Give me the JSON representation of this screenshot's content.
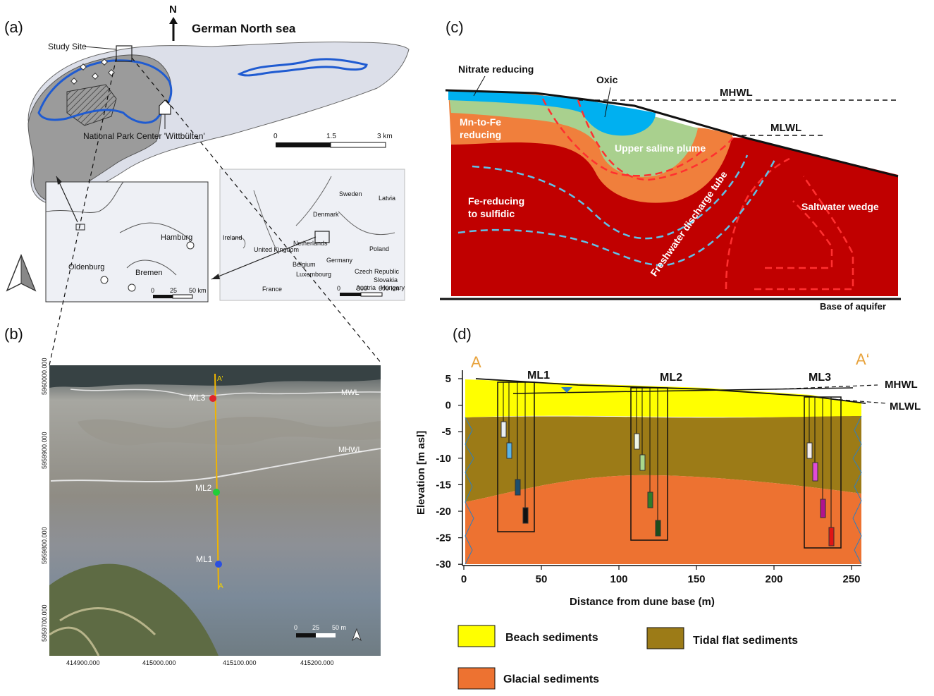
{
  "panels": {
    "a": "(a)",
    "b": "(b)",
    "c": "(c)",
    "d": "(d)"
  },
  "panel_a": {
    "sea_label": "German North sea",
    "north_label": "N",
    "study_site": "Study Site",
    "park_center": "National Park Center 'Wittbülten'",
    "scale": [
      "0",
      "1.5",
      "3 km"
    ],
    "inset1_cities": [
      "Hamburg",
      "Oldenburg",
      "Bremen"
    ],
    "inset1_scale": [
      "0",
      "25",
      "50 km"
    ],
    "inset2_countries": [
      "Sweden",
      "Latvia",
      "Denmark",
      "Ireland",
      "United Kingdom",
      "Netherlands",
      "Poland",
      "Germany",
      "Belgium",
      "Luxembourg",
      "Czech Republic",
      "Slovakia",
      "France",
      "Austria",
      "Hungary"
    ],
    "inset2_scale": [
      "0",
      "300",
      "600 km"
    ]
  },
  "panel_b": {
    "labels": {
      "ml1": "ML1",
      "ml2": "ML2",
      "ml3": "ML3",
      "a_start": "A",
      "a_end": "A'",
      "mwl": "MWL",
      "mhwl": "MHWL"
    },
    "y_ticks": [
      "5960000.000",
      "5959900.000",
      "5959800.000",
      "5959700.000"
    ],
    "x_ticks": [
      "414900.000",
      "415000.000",
      "415100.000",
      "415200.000"
    ],
    "scale": [
      "0",
      "25",
      "50 m"
    ]
  },
  "panel_c": {
    "labels": {
      "nitrate": "Nitrate reducing",
      "oxic": "Oxic",
      "mhwl": "MHWL",
      "mlwl": "MLWL",
      "mn_fe_1": "Mn-to-Fe",
      "mn_fe_2": "reducing",
      "upper_plume": "Upper saline plume",
      "fe_red_1": "Fe-reducing",
      "fe_red_2": "to sulfidic",
      "discharge": "Freshwater discharge tube",
      "wedge": "Saltwater wedge",
      "base": "Base of aquifer"
    },
    "colors": {
      "oxic": "#00b0f0",
      "nitrate": "#00b0f0",
      "mnfe": "#f07f3c",
      "plume": "#a9d08e",
      "fered": "#c00000"
    }
  },
  "panel_d": {
    "section_start": "A",
    "section_end": "A‘",
    "wells": [
      "ML1",
      "ML2",
      "ML3"
    ],
    "mhwl": "MHWL",
    "mlwl": "MLWL",
    "y_label": "Elevation [m asl]",
    "x_label": "Distance from dune base (m)",
    "y_ticks": [
      "5",
      "0",
      "-5",
      "-10",
      "-15",
      "-20",
      "-25",
      "-30"
    ],
    "x_ticks": [
      "0",
      "50",
      "100",
      "150",
      "200",
      "250"
    ],
    "legend": [
      "Beach sediments",
      "Tidal flat sediments",
      "Glacial sediments"
    ],
    "colors": {
      "beach": "#ffff00",
      "tidal": "#9c7b17",
      "glacial": "#ed7231",
      "accent": "#e8a33d"
    }
  }
}
